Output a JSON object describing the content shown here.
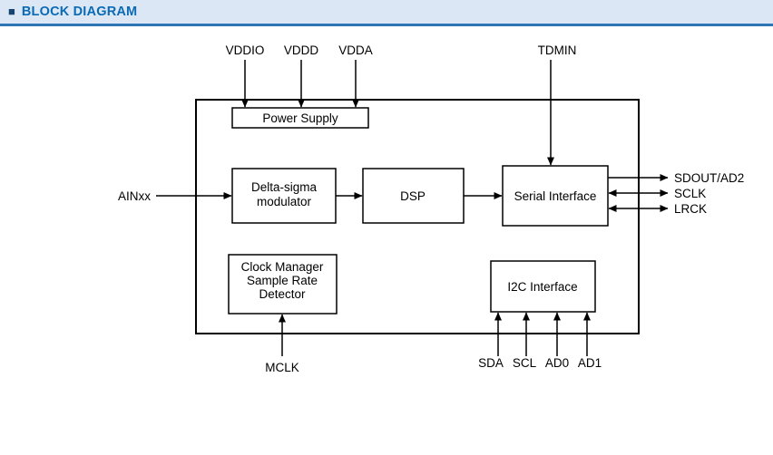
{
  "header": {
    "bullet": "■",
    "title": "BLOCK DIAGRAM"
  },
  "theme": {
    "header-bg": "#dbe7f4",
    "header-border": "#2e75b6",
    "title-color": "#0a6ab5",
    "bullet-color": "#17446e",
    "line-color": "#000000"
  },
  "pins": {
    "vddio": "VDDIO",
    "vddd": "VDDD",
    "vdda": "VDDA",
    "tdmin": "TDMIN",
    "ainxx": "AINxx",
    "sdout": "SDOUT/AD2",
    "sclk": "SCLK",
    "lrck": "LRCK",
    "mclk": "MCLK",
    "sda": "SDA",
    "scl": "SCL",
    "ad0": "AD0",
    "ad1": "AD1"
  },
  "blocks": {
    "power_supply": "Power Supply",
    "delta_sigma": [
      "Delta-sigma",
      "modulator"
    ],
    "dsp": "DSP",
    "serial_interface": "Serial Interface",
    "clock_manager": [
      "Clock Manager",
      "Sample Rate",
      "Detector"
    ],
    "i2c_interface": "I2C Interface"
  }
}
